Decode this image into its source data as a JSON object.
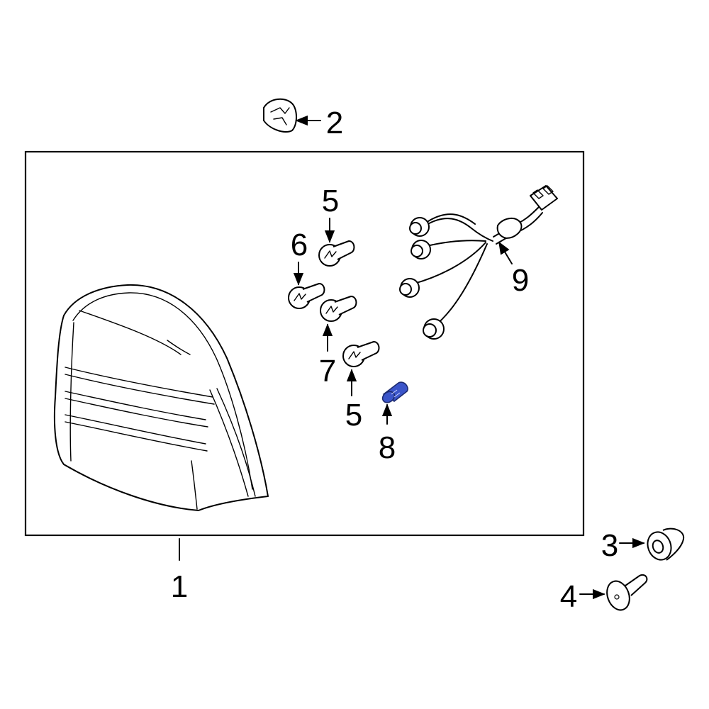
{
  "callouts": {
    "c1": "1",
    "c2": "2",
    "c3": "3",
    "c4": "4",
    "c5a": "5",
    "c5b": "5",
    "c6": "6",
    "c7": "7",
    "c8": "8",
    "c9": "9"
  },
  "colors": {
    "highlight": "#3b55c9",
    "line": "#000000",
    "background": "#ffffff"
  }
}
